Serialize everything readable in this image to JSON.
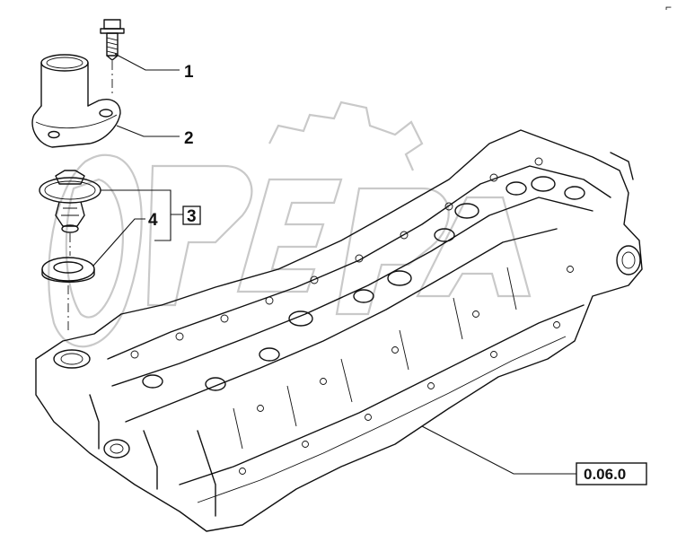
{
  "diagram": {
    "callouts": [
      {
        "id": "c1",
        "label": "1",
        "boxed": false
      },
      {
        "id": "c2",
        "label": "2",
        "boxed": false
      },
      {
        "id": "c3",
        "label": "3",
        "boxed": true
      },
      {
        "id": "c4",
        "label": "4",
        "boxed": false
      }
    ],
    "reference": {
      "label": "0.06.0"
    },
    "corner_mark": "⌐"
  }
}
